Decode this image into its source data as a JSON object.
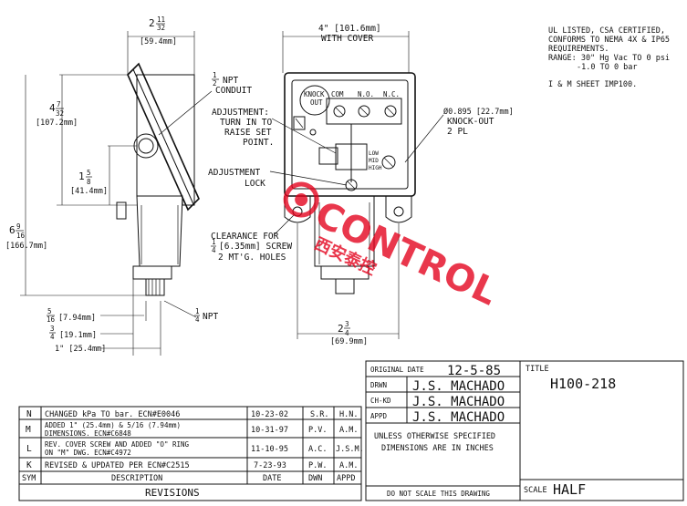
{
  "side_view": {
    "width_frac": "2",
    "width_frac_n": "11",
    "width_frac_d": "32",
    "width_mm": "[59.4mm]",
    "conduit_frac_n": "1",
    "conduit_frac_d": "2",
    "conduit_label": "NPT",
    "conduit_label2": "CONDUIT",
    "height_whole": "4",
    "height_n": "7",
    "height_d": "32",
    "height_mm": "[107.2mm]",
    "mid_whole": "1",
    "mid_n": "5",
    "mid_d": "8",
    "mid_mm": "[41.4mm]",
    "total_whole": "6",
    "total_n": "9",
    "total_d": "16",
    "total_mm": "[166.7mm]",
    "npt_n": "1",
    "npt_d": "4",
    "npt_label": "NPT",
    "d1_n": "5",
    "d1_d": "16",
    "d1_mm": "[7.94mm]",
    "d2_n": "3",
    "d2_d": "4",
    "d2_mm": "[19.1mm]",
    "d3": "1\" [25.4mm]"
  },
  "front_view": {
    "width_top": "4\" [101.6mm]",
    "width_top2": "WITH COVER",
    "adjust_lines": [
      "ADJUSTMENT:",
      "TURN IN TO",
      "RAISE SET",
      "POINT."
    ],
    "lock_lines": [
      "ADJUSTMENT",
      "LOCK"
    ],
    "knockout_lines": [
      "Ø0.895 [22.7mm]",
      "KNOCK-OUT",
      "2 PL"
    ],
    "clearance_lines": [
      "CLEARANCE FOR",
      "[6.35mm] SCREW",
      "2 MT'G. HOLES"
    ],
    "clear_n": "1",
    "clear_d": "4",
    "knock_label": [
      "KNOCK",
      "OUT"
    ],
    "terms": [
      "COM",
      "N.O.",
      "N.C."
    ],
    "dial": [
      "LOW",
      "MID",
      "HIGH"
    ],
    "bottom_whole": "2",
    "bottom_n": "3",
    "bottom_d": "4",
    "bottom_mm": "[69.9mm]"
  },
  "notes": [
    "UL LISTED, CSA CERTIFIED,",
    "CONFORMS TO NEMA 4X & IP65",
    "REQUIREMENTS.",
    "RANGE: 30\" Hg Vac TO 0 psi",
    "-1.0 TO 0 bar",
    "I & M SHEET IMP100."
  ],
  "title_block": {
    "original_date_label": "ORIGINAL DATE",
    "original_date": "12-5-85",
    "drwn_label": "DRWN",
    "drwn": "J.S. MACHADO",
    "chkd_label": "CH-KD",
    "chkd": "J.S. MACHADO",
    "appd_label": "APPD",
    "appd": "J.S. MACHADO",
    "unless_1": "UNLESS OTHERWISE SPECIFIED",
    "unless_2": "DIMENSIONS ARE IN INCHES",
    "no_scale": "DO NOT SCALE THIS DRAWING",
    "title_label": "TITLE",
    "title": "H100-218",
    "scale_label": "SCALE",
    "scale": "HALF"
  },
  "revisions": {
    "rows": [
      {
        "sym": "N",
        "desc": [
          "CHANGED kPa TO bar.  ECN#E0046"
        ],
        "date": "10-23-02",
        "dwn": "S.R.",
        "appd": "H.N."
      },
      {
        "sym": "M",
        "desc": [
          "ADDED 1\" (25.4mm) & 5/16 (7.94mm)",
          "DIMENSIONS.              ECN#C6848"
        ],
        "date": "10-31-97",
        "dwn": "P.V.",
        "appd": "A.M."
      },
      {
        "sym": "L",
        "desc": [
          "REV. COVER SCREW AND ADDED \"O\" RING",
          "ON \"M\" DWG.             ECN#C4972"
        ],
        "date": "11-10-95",
        "dwn": "A.C.",
        "appd": "J.S.M."
      },
      {
        "sym": "K",
        "desc": [
          "REVISED & UPDATED PER ECN#C2515"
        ],
        "date": "7-23-93",
        "dwn": "P.W.",
        "appd": "A.M."
      }
    ],
    "header": {
      "sym": "SYM",
      "desc": "DESCRIPTION",
      "date": "DATE",
      "dwn": "DWN",
      "appd": "APPD"
    },
    "footer": "REVISIONS"
  },
  "watermark": {
    "brand": "CONTROL",
    "brand_cn": "西安泰控"
  },
  "colors": {
    "ink": "#111111",
    "watermark_red": "#e3001b"
  }
}
